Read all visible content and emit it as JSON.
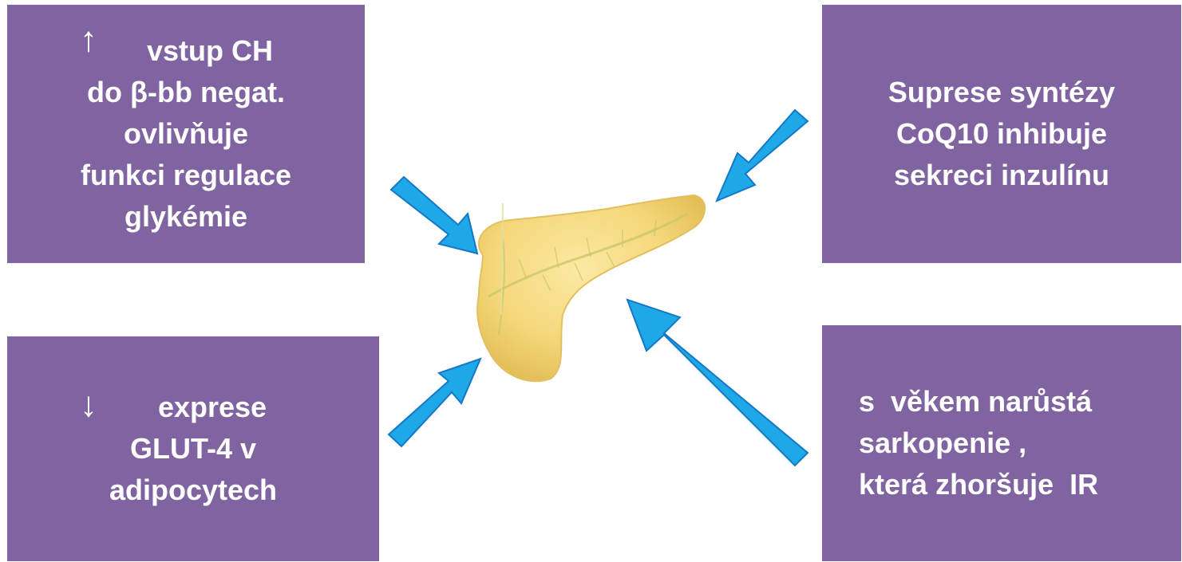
{
  "colors": {
    "box": "#8064a2",
    "text": "#ffffff",
    "arrow": "#1fa8e8",
    "arrow_stroke": "#1478c8",
    "organ": "#f5d77a"
  },
  "boxes": {
    "top_left": {
      "arrow_symbol": "↑",
      "lines": [
        "vstup CH",
        "do β-bb negat.",
        "ovlivňuje",
        "funkci regulace",
        "glykémie"
      ]
    },
    "top_right": {
      "lines": [
        "Suprese syntézy",
        "CoQ10 inhibuje",
        "sekreci inzulínu"
      ]
    },
    "bottom_left": {
      "arrow_symbol": "↓",
      "lines": [
        "exprese",
        "GLUT-4 v",
        "adipocytech"
      ]
    },
    "bottom_right": {
      "lines": [
        "s  věkem narůstá",
        "sarkopenie ,",
        "která zhoršuje  IR"
      ]
    }
  },
  "organ_icon": "pancreas-illustration"
}
